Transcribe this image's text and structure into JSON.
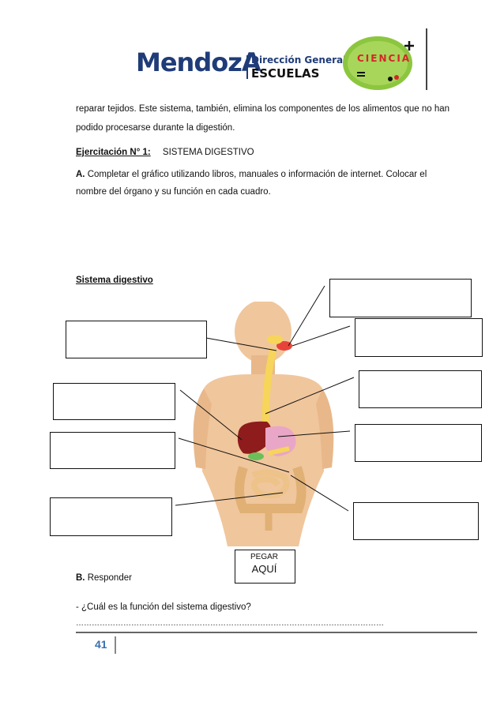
{
  "header": {
    "logo_main": "MendozA",
    "logo_line1": "Dirección General",
    "logo_line2": "ESCUELAS",
    "badge_text": "CIENCIA"
  },
  "intro": {
    "line1": "reparar tejidos. Este sistema, también, elimina los componentes de los alimentos que no han",
    "line2": "podido procesarse durante la digestión."
  },
  "exercise": {
    "label": "Ejercitación  N° 1:",
    "title": "SISTEMA DIGESTIVO"
  },
  "section_a": {
    "letter": "A.",
    "line1": " Completar  el gráfico utilizando libros, manuales o información de internet. Colocar el",
    "line2": "nombre del órgano y su función en cada cuadro."
  },
  "figure": {
    "title": "Sistema digestivo"
  },
  "paste_box": {
    "line1": "PEGAR",
    "line2": "AQUÍ"
  },
  "section_b": {
    "letter": "B.",
    "label": " Responder",
    "question": "- ¿Cuál es la función del sistema digestivo?",
    "answer_line": "………………………………………………………………………………………………………"
  },
  "footer": {
    "page_number": "41"
  }
}
